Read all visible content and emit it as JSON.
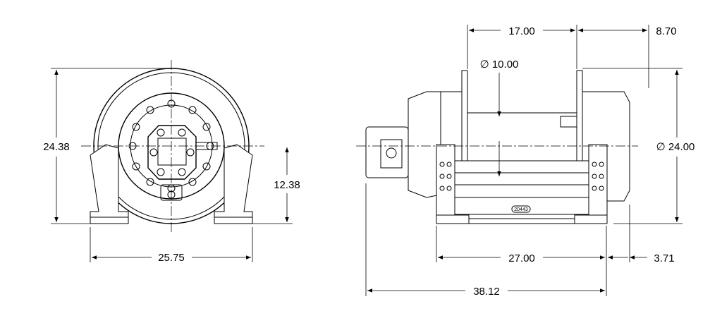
{
  "title": "Hydraulic winch dimensional drawing",
  "units_note": "",
  "front_view": {
    "height": "24.38",
    "centerline_height": "12.38",
    "base_width": "25.75"
  },
  "side_view": {
    "drum_length": "17.00",
    "motor_side_offset": "8.70",
    "drum_diameter": "∅ 10.00",
    "flange_diameter": "∅ 24.00",
    "mount_length": "27.00",
    "overhang": "3.71",
    "overall_length": "38.12",
    "part_label": "20443"
  }
}
